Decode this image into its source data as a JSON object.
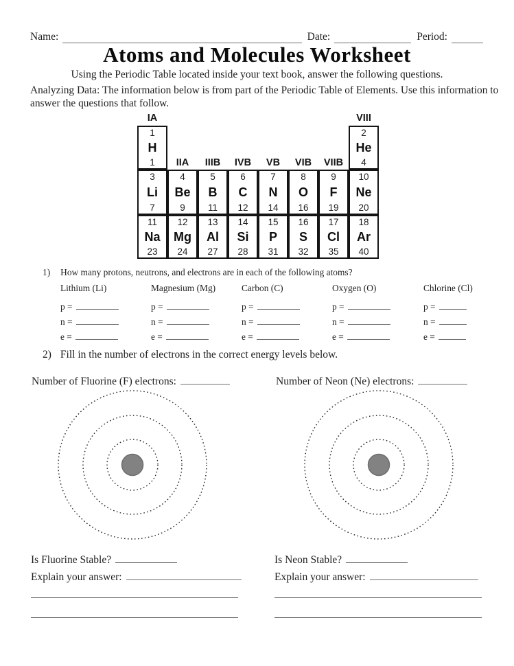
{
  "header": {
    "name_label": "Name:",
    "date_label": "Date:",
    "period_label": "Period:",
    "title": "Atoms and Molecules Worksheet",
    "subtitle": "Using the Periodic Table located inside your text book, answer the following questions."
  },
  "intro_text": "Analyzing Data: The information below is from part of the Periodic Table of Elements. Use this information to answer the questions that follow.",
  "periodic_table": {
    "label_ia": "IA",
    "label_viii": "VIII",
    "row1_labels": [
      "IIA",
      "IIIB",
      "IVB",
      "VB",
      "VIB",
      "VIIB"
    ],
    "elements": [
      {
        "num": "1",
        "sym": "H",
        "mass": "1"
      },
      {
        "num": "2",
        "sym": "He",
        "mass": "4"
      },
      {
        "num": "3",
        "sym": "Li",
        "mass": "7"
      },
      {
        "num": "4",
        "sym": "Be",
        "mass": "9"
      },
      {
        "num": "5",
        "sym": "B",
        "mass": "11"
      },
      {
        "num": "6",
        "sym": "C",
        "mass": "12"
      },
      {
        "num": "7",
        "sym": "N",
        "mass": "14"
      },
      {
        "num": "8",
        "sym": "O",
        "mass": "16"
      },
      {
        "num": "9",
        "sym": "F",
        "mass": "19"
      },
      {
        "num": "10",
        "sym": "Ne",
        "mass": "20"
      },
      {
        "num": "11",
        "sym": "Na",
        "mass": "23"
      },
      {
        "num": "12",
        "sym": "Mg",
        "mass": "24"
      },
      {
        "num": "13",
        "sym": "Al",
        "mass": "27"
      },
      {
        "num": "14",
        "sym": "Si",
        "mass": "28"
      },
      {
        "num": "15",
        "sym": "P",
        "mass": "31"
      },
      {
        "num": "16",
        "sym": "S",
        "mass": "32"
      },
      {
        "num": "17",
        "sym": "Cl",
        "mass": "35"
      },
      {
        "num": "18",
        "sym": "Ar",
        "mass": "40"
      }
    ]
  },
  "question1": {
    "number": "1)",
    "text": "How many protons, neutrons, and electrons are in each of the following atoms?",
    "columns": [
      {
        "label": "Lithium (Li)"
      },
      {
        "label": "Magnesium (Mg)"
      },
      {
        "label": "Carbon (C)"
      },
      {
        "label": "Oxygen (O)"
      },
      {
        "label": "Chlorine (Cl)"
      }
    ],
    "p_label": "p =",
    "n_label": "n =",
    "e_label": "e ="
  },
  "question2": {
    "number": "2)",
    "text": "Fill in the number of electrons in the correct energy levels below."
  },
  "electron_diagrams": {
    "fluorine_label": "Number of Fluorine (F) electrons:",
    "neon_label": "Number of Neon (Ne) electrons:"
  },
  "stability": {
    "fluorine_question": "Is Fluorine Stable?",
    "neon_question": "Is Neon Stable?",
    "explain_label": "Explain your answer:"
  },
  "colors": {
    "nucleus_fill": "#828282",
    "nucleus_stroke": "#6e6e6e",
    "ring_stroke": "#242424",
    "blank_line": "#6e6e6e"
  }
}
